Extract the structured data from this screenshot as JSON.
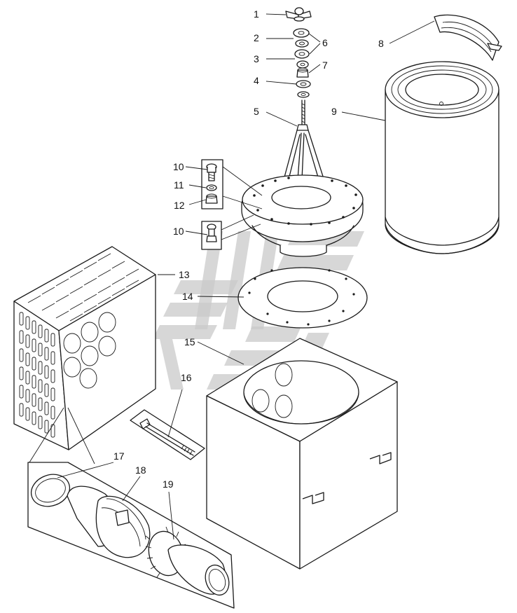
{
  "diagram": {
    "callouts": [
      {
        "id": "c1",
        "label": "1"
      },
      {
        "id": "c2",
        "label": "2"
      },
      {
        "id": "c3",
        "label": "3"
      },
      {
        "id": "c4",
        "label": "4"
      },
      {
        "id": "c5",
        "label": "5"
      },
      {
        "id": "c6",
        "label": "6"
      },
      {
        "id": "c7",
        "label": "7"
      },
      {
        "id": "c8",
        "label": "8"
      },
      {
        "id": "c9",
        "label": "9"
      },
      {
        "id": "c10a",
        "label": "10"
      },
      {
        "id": "c11",
        "label": "11"
      },
      {
        "id": "c12",
        "label": "12"
      },
      {
        "id": "c10b",
        "label": "10"
      },
      {
        "id": "c13",
        "label": "13"
      },
      {
        "id": "c14",
        "label": "14"
      },
      {
        "id": "c15",
        "label": "15"
      },
      {
        "id": "c16",
        "label": "16"
      },
      {
        "id": "c17",
        "label": "17"
      },
      {
        "id": "c18",
        "label": "18"
      },
      {
        "id": "c19",
        "label": "19"
      }
    ]
  }
}
